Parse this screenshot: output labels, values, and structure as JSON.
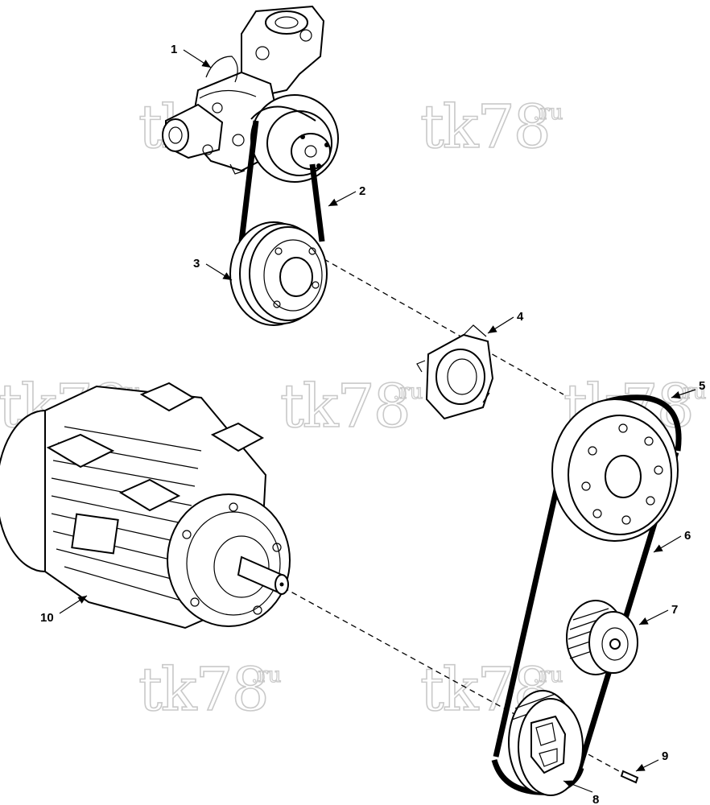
{
  "watermark": {
    "main": "tk78",
    "suffix": ".ru"
  },
  "callouts": {
    "c1": "1",
    "c2": "2",
    "c3": "3",
    "c4": "4",
    "c5": "5",
    "c6": "6",
    "c7": "7",
    "c8": "8",
    "c9": "9",
    "c10": "10"
  }
}
